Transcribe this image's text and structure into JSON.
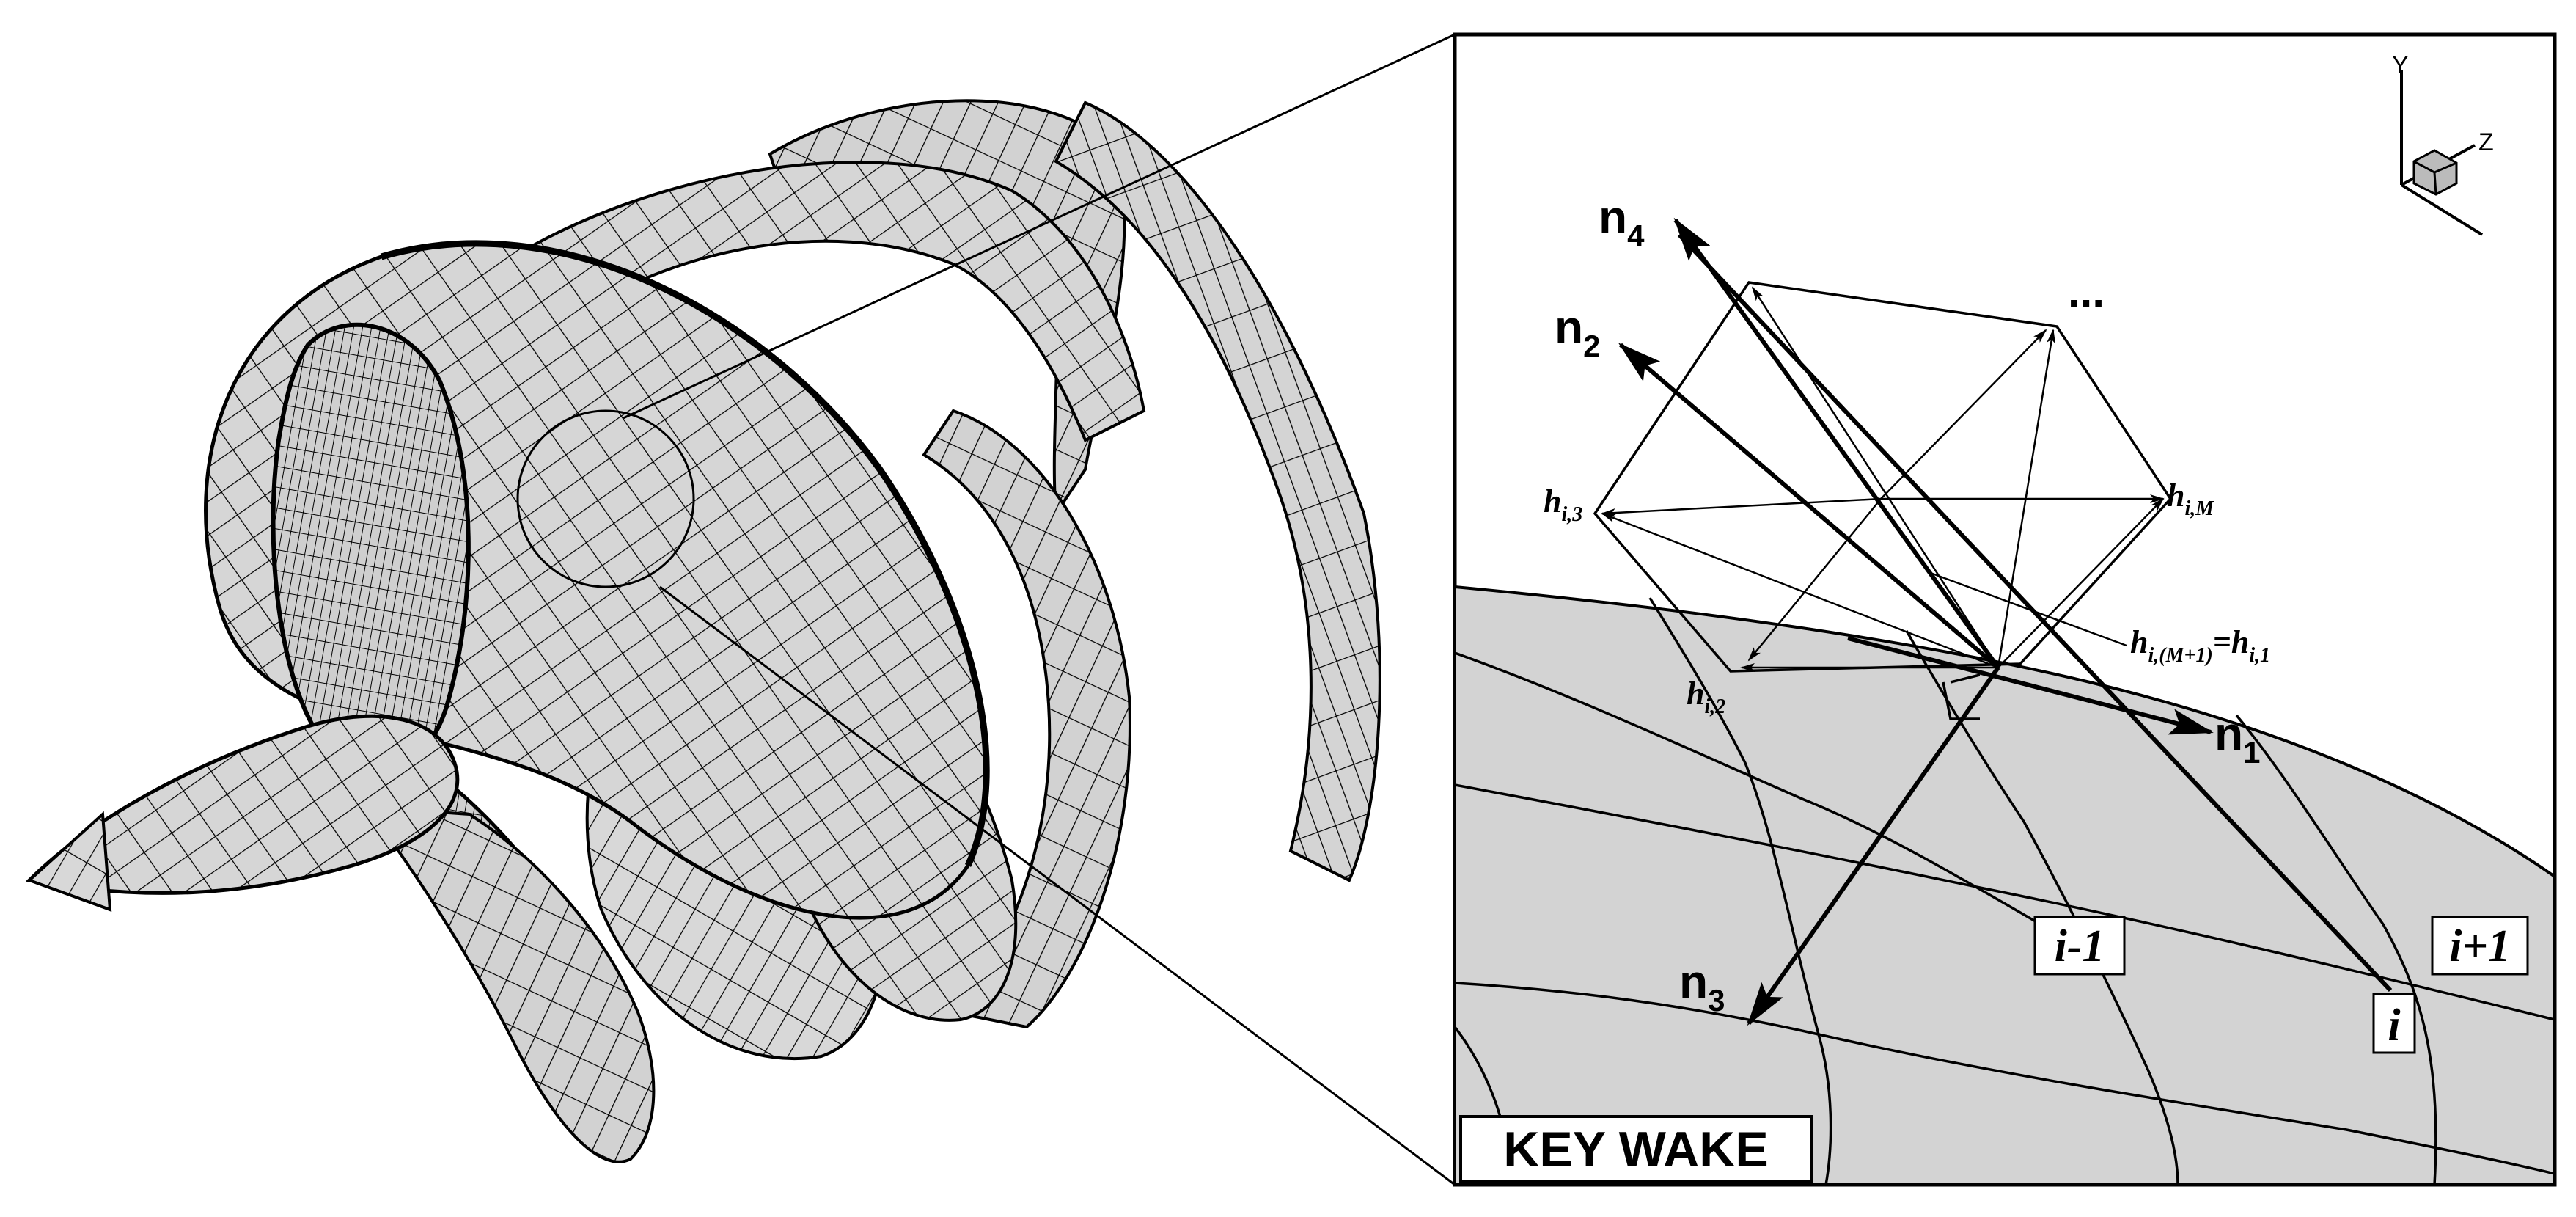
{
  "axes_triad": {
    "y": "Y",
    "z": "Z"
  },
  "normals": {
    "n1": {
      "base": "n",
      "sub": "1"
    },
    "n2": {
      "base": "n",
      "sub": "2"
    },
    "n3": {
      "base": "n",
      "sub": "3"
    },
    "n4": {
      "base": "n",
      "sub": "4"
    }
  },
  "vertices": {
    "h_i3": {
      "base": "h",
      "sub": "i,3"
    },
    "h_i2": {
      "base": "h",
      "sub": "i,2"
    },
    "h_iM": {
      "base": "h",
      "sub": "i,M"
    },
    "h_iM1": {
      "base": "h",
      "sub": "i,(M+1)",
      "eq": "=",
      "base2": "h",
      "sub2": "i,1"
    },
    "ellipsis": "..."
  },
  "panels": {
    "i_minus": "i-1",
    "i_plus": "i+1",
    "i": "i"
  },
  "badge": {
    "text": "KEY WAKE"
  },
  "colors": {
    "surface": "#d3d3d3",
    "line": "#000000",
    "background": "#ffffff"
  }
}
